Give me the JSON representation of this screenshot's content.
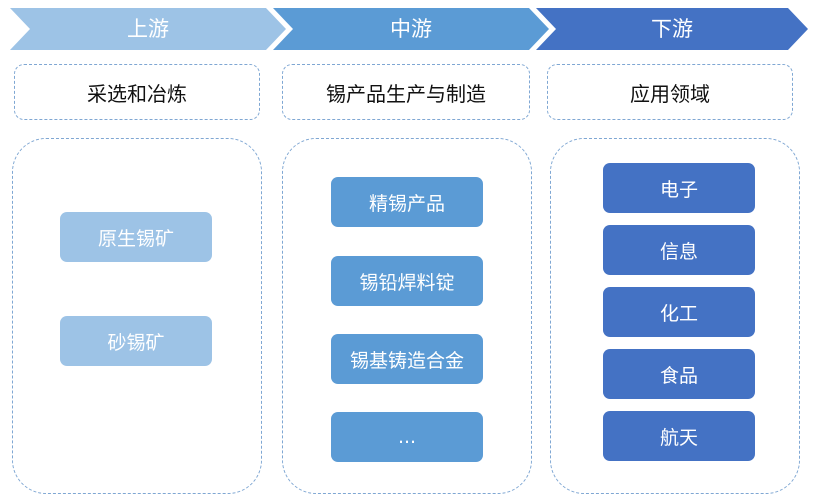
{
  "colors": {
    "upstream": "#9dc3e6",
    "midstream": "#5b9bd5",
    "downstream": "#4472c4",
    "dashed_border": "#7fa7d3"
  },
  "upstream": {
    "title": "上游",
    "header": "采选和冶炼",
    "items": [
      "原生锡矿",
      "砂锡矿"
    ]
  },
  "midstream": {
    "title": "中游",
    "header": "锡产品生产与制造",
    "items": [
      "精锡产品",
      "锡铅焊料锭",
      "锡基铸造合金",
      "..."
    ]
  },
  "downstream": {
    "title": "下游",
    "header": "应用领域",
    "items": [
      "电子",
      "信息",
      "化工",
      "食品",
      "航天"
    ]
  }
}
